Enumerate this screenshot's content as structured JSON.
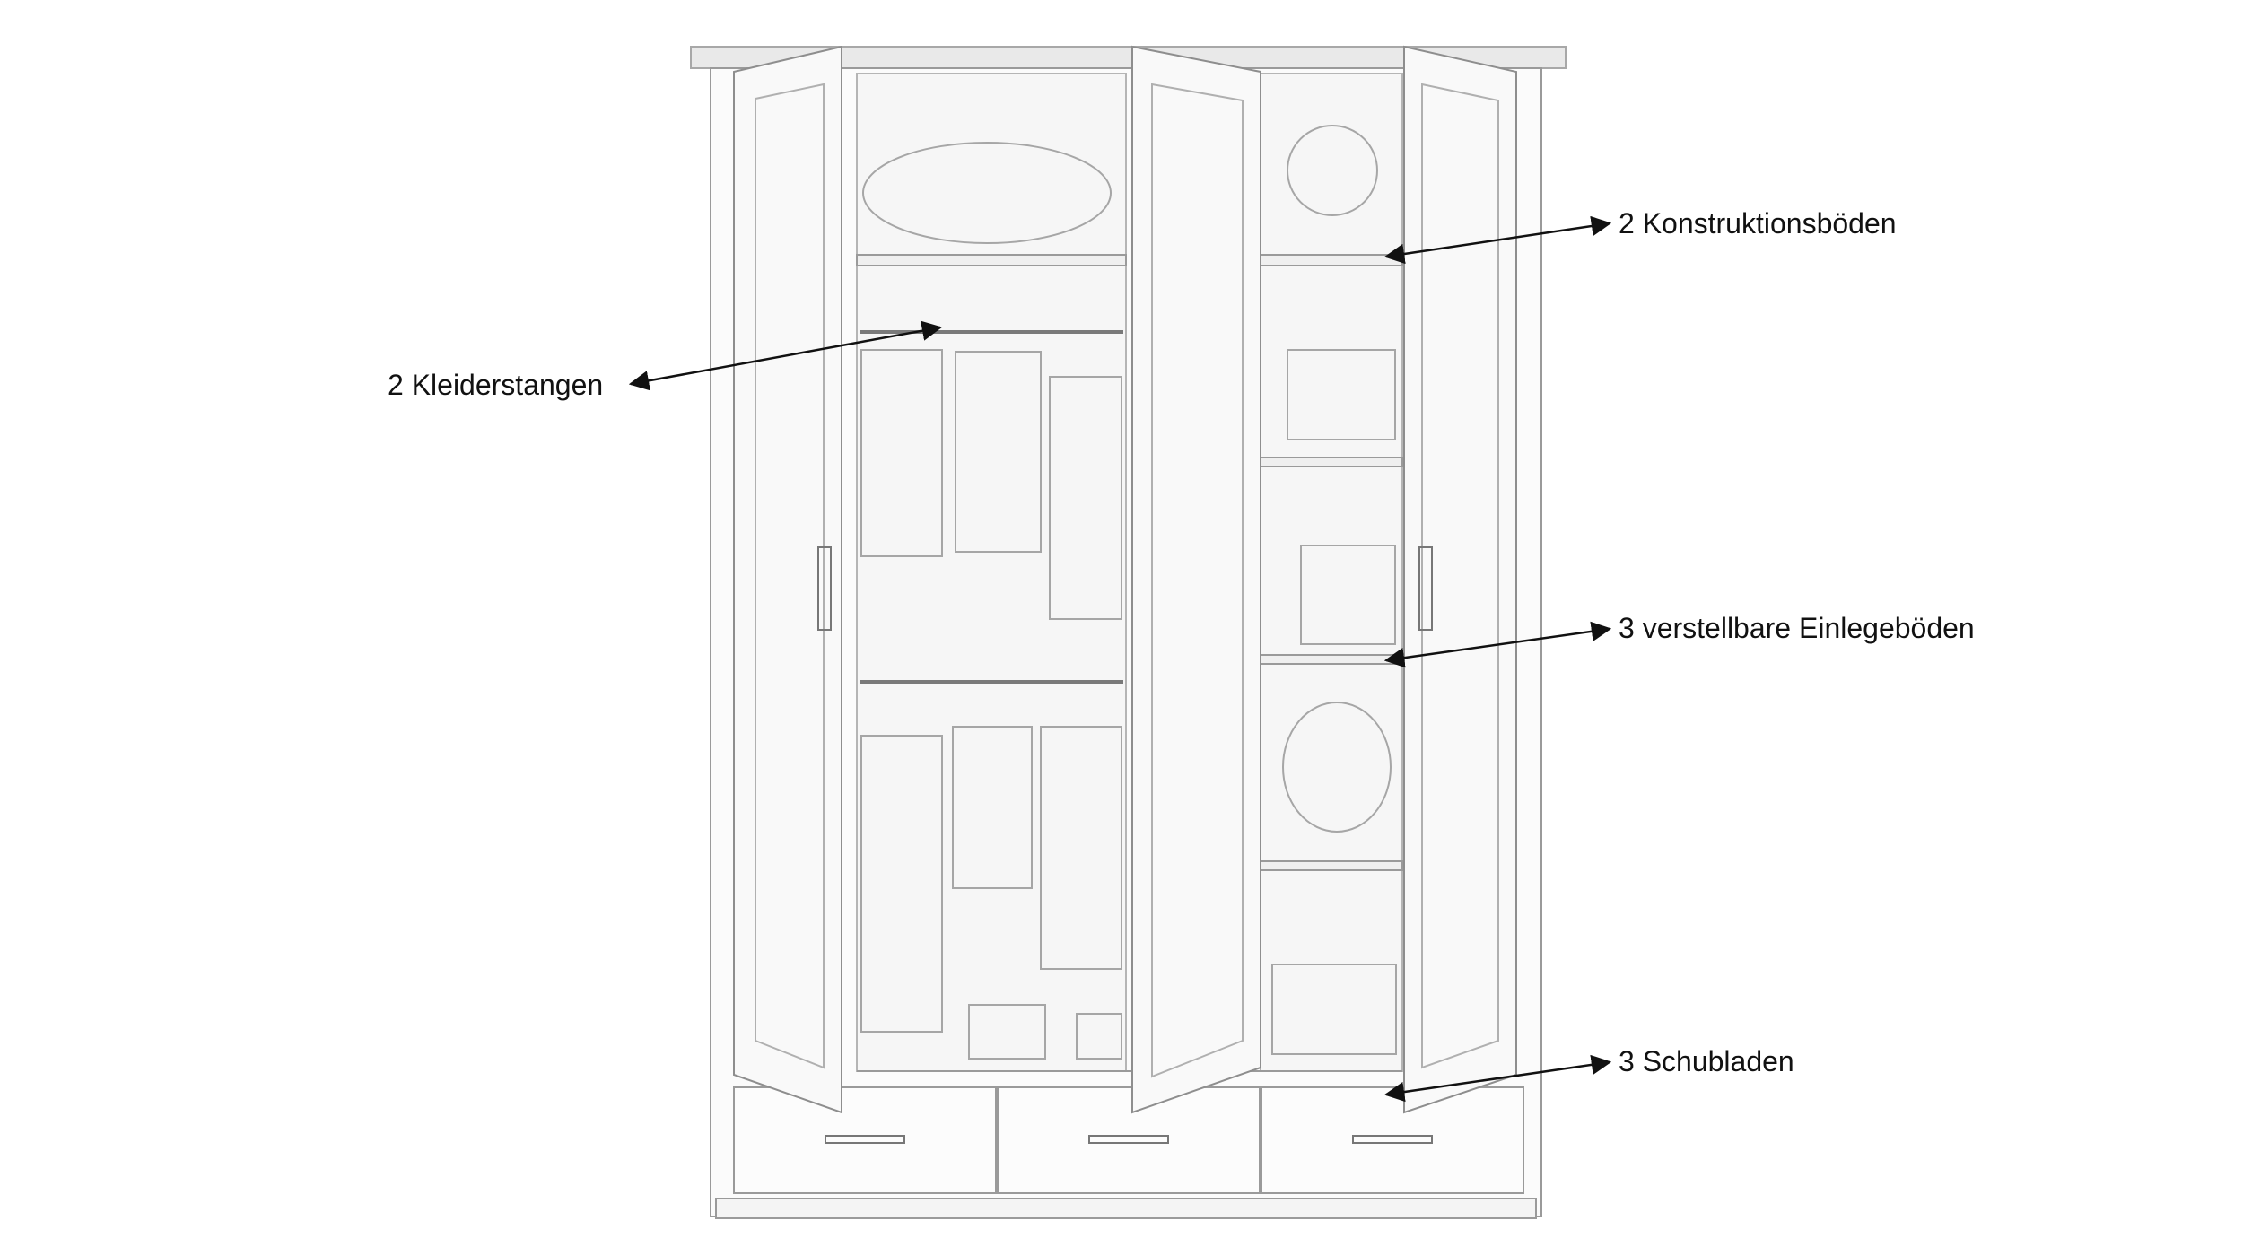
{
  "annotations": [
    {
      "id": "konstruktionsboeden",
      "label": "2 Konstruktionsböden"
    },
    {
      "id": "kleiderstangen",
      "label": "2 Kleiderstangen"
    },
    {
      "id": "einlegeboeden",
      "label": "3 verstellbare Einlegeböden"
    },
    {
      "id": "schubladen",
      "label": "3 Schubladen"
    }
  ],
  "colors": {
    "line": "#9a9a9a",
    "line_dark": "#6f6f6f",
    "text": "#111111",
    "arrow": "#111111",
    "background": "#ffffff"
  }
}
